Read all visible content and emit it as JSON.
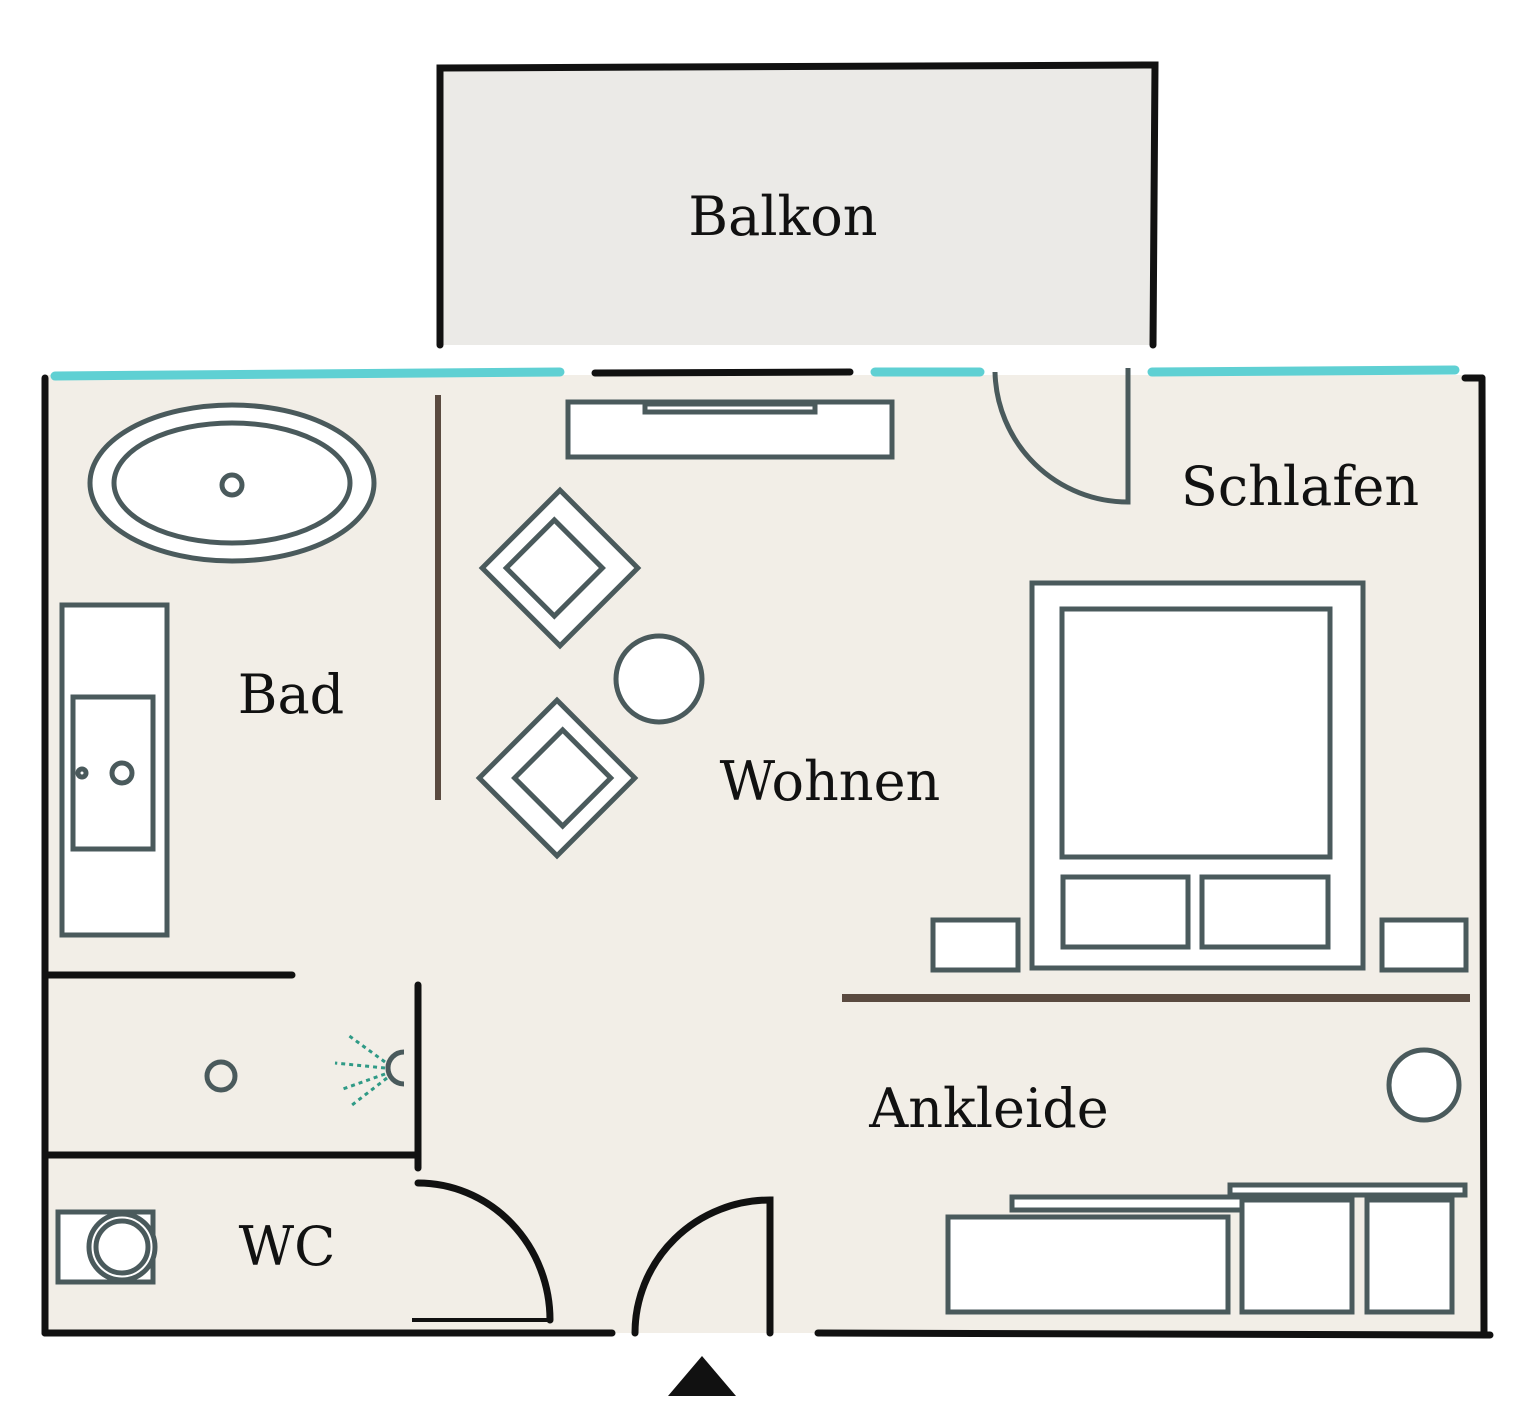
{
  "rooms": {
    "balkon": "Balkon",
    "schlafen": "Schlafen",
    "bad": "Bad",
    "wohnen": "Wohnen",
    "ankleide": "Ankleide",
    "wc": "WC"
  },
  "colors": {
    "floor": "#f2eee7",
    "balcony": "#ebeae7",
    "window": "#5fd0d3",
    "wall": "#111111",
    "furniture": "#4a5a5c",
    "divider": "#5a4a40",
    "shower_spray": "#2f9a86"
  },
  "icons": {
    "entrance": "entrance-triangle-icon"
  }
}
